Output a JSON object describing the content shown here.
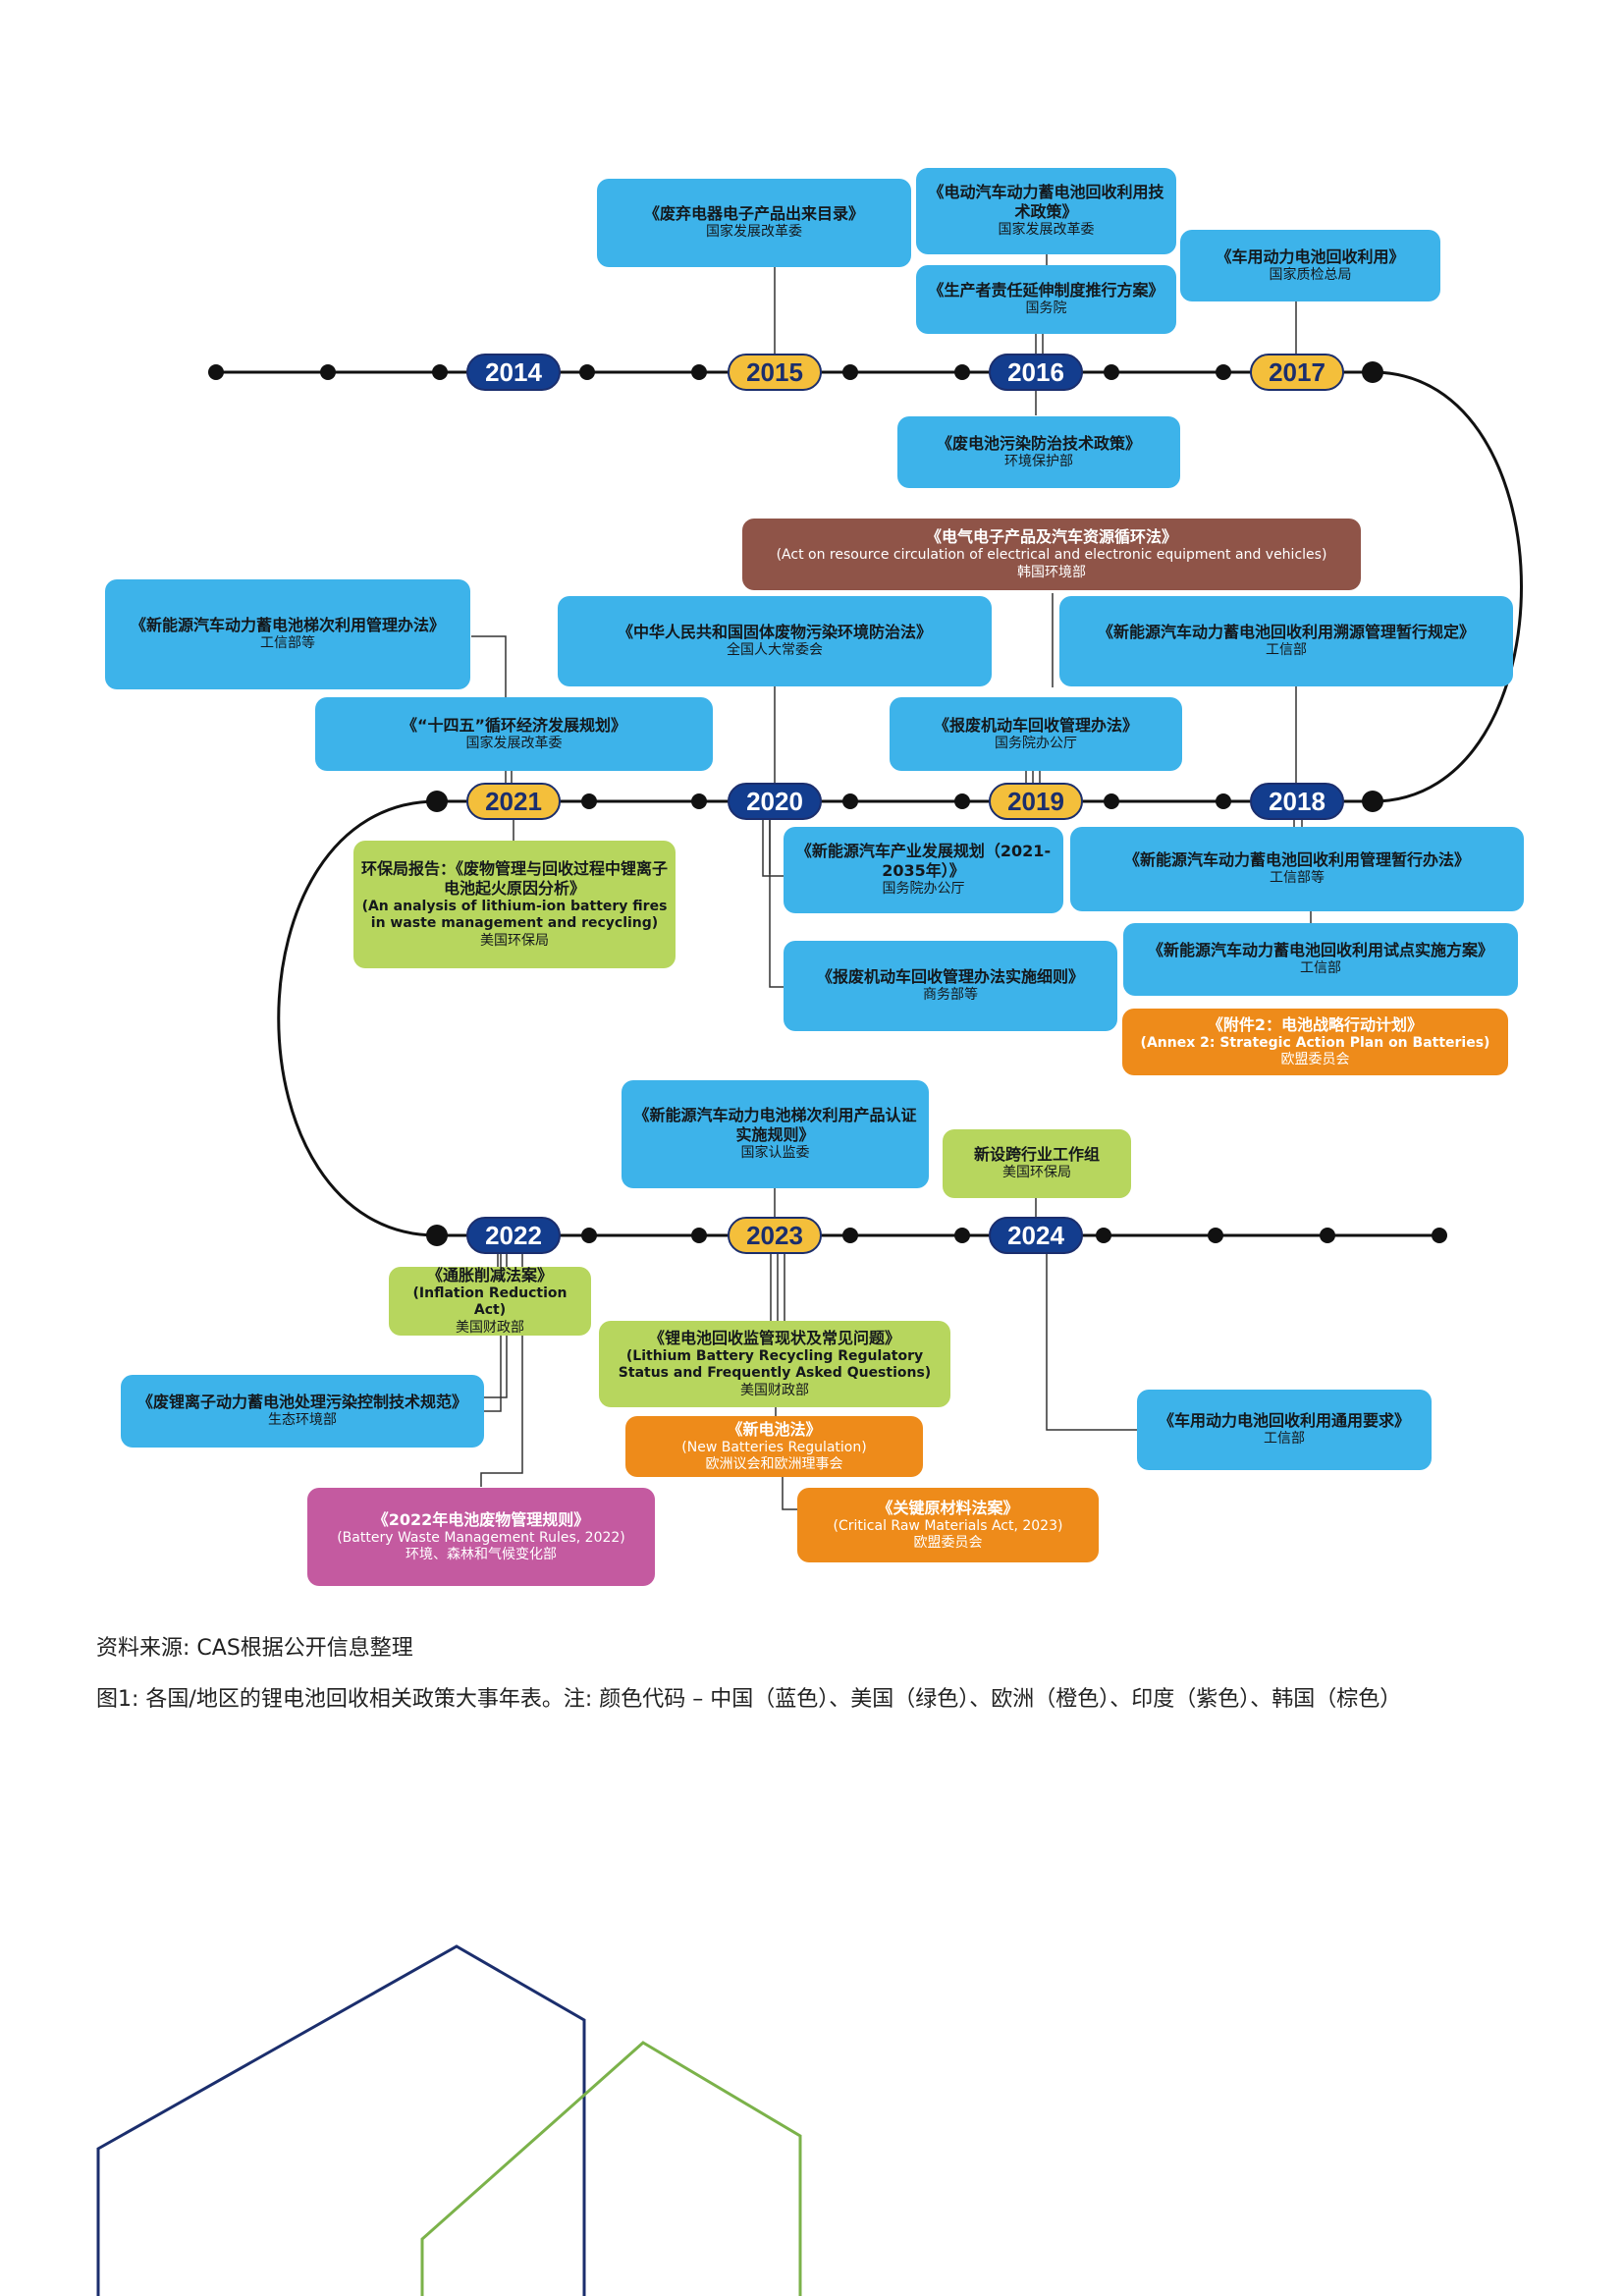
{
  "years": {
    "y2014": "2014",
    "y2015": "2015",
    "y2016": "2016",
    "y2017": "2017",
    "y2018": "2018",
    "y2019": "2019",
    "y2020": "2020",
    "y2021": "2021",
    "y2022": "2022",
    "y2023": "2023",
    "y2024": "2024"
  },
  "colors": {
    "china": "#3db3ea",
    "usa": "#b7d65e",
    "europe": "#ee8b1a",
    "india": "#c45aa0",
    "korea": "#8f5448",
    "year_blue": "#133d8e",
    "year_gold": "#f4bf3b"
  },
  "policies": {
    "p2015a": {
      "title": "《废弃电器电子产品出来目录》",
      "org": "国家发展改革委"
    },
    "p2016a": {
      "title": "《电动汽车动力蓄电池回收利用技术政策》",
      "org": "国家发展改革委"
    },
    "p2016b": {
      "title": "《生产者责任延伸制度推行方案》",
      "org": "国务院"
    },
    "p2017a": {
      "title": "《车用动力电池回收利用》",
      "org": "国家质检总局"
    },
    "p2016c": {
      "title": "《废电池污染防治技术政策》",
      "org": "环境保护部"
    },
    "p2020kr": {
      "title": "《电气电子产品及汽车资源循环法》",
      "en": "(Act on resource circulation of electrical and electronic equipment and vehicles)",
      "org": "韩国环境部"
    },
    "p2021a": {
      "title": "《新能源汽车动力蓄电池梯次利用管理办法》",
      "org": "工信部等"
    },
    "p2020a": {
      "title": "《中华人民共和国固体废物污染环境防治法》",
      "org": "全国人大常委会"
    },
    "p2018a": {
      "title": "《新能源汽车动力蓄电池回收利用溯源管理暂行规定》",
      "org": "工信部"
    },
    "p2021b": {
      "title": "《“十四五”循环经济发展规划》",
      "org": "国家发展改革委"
    },
    "p2019a": {
      "title": "《报废机动车回收管理办法》",
      "org": "国务院办公厅"
    },
    "p2021us": {
      "title": "环保局报告：《废物管理与回收过程中锂离子电池起火原因分析》",
      "en": "(An analysis of lithium-ion battery fires in waste management and recycling)",
      "org": "美国环保局"
    },
    "p2020b": {
      "title": "《新能源汽车产业发展规划（2021-2035年）》",
      "org": "国务院办公厅"
    },
    "p2018b": {
      "title": "《新能源汽车动力蓄电池回收利用管理暂行办法》",
      "org": "工信部等"
    },
    "p2018c": {
      "title": "《新能源汽车动力蓄电池回收利用试点实施方案》",
      "org": "工信部"
    },
    "p2020c": {
      "title": "《报废机动车回收管理办法实施细则》",
      "org": "商务部等"
    },
    "p2018eu": {
      "title": "《附件2：电池战略行动计划》",
      "en": "(Annex 2: Strategic Action Plan on Batteries)",
      "org": "欧盟委员会"
    },
    "p2023a": {
      "title": "《新能源汽车动力电池梯次利用产品认证实施规则》",
      "org": "国家认监委"
    },
    "p2024us": {
      "title": "新设跨行业工作组",
      "org": "美国环保局"
    },
    "p2022us": {
      "title": "《通胀削减法案》",
      "en": "(Inflation Reduction Act)",
      "org": "美国财政部"
    },
    "p2023us": {
      "title": "《锂电池回收监管现状及常见问题》",
      "en": "(Lithium Battery Recycling Regulatory Status and Frequently Asked Questions)",
      "org": "美国财政部"
    },
    "p2022a": {
      "title": "《废锂离子动力蓄电池处理污染控制技术规范》",
      "org": "生态环境部"
    },
    "p2023eu1": {
      "title": "《新电池法》",
      "en": "(New Batteries Regulation)",
      "org": "欧洲议会和欧洲理事会"
    },
    "p2024a": {
      "title": "《车用动力电池回收利用通用要求》",
      "org": "工信部"
    },
    "p2022in": {
      "title": "《2022年电池废物管理规则》",
      "en": "(Battery Waste Management Rules, 2022)",
      "org": "环境、森林和气候变化部"
    },
    "p2023eu2": {
      "title": "《关键原材料法案》",
      "en": "(Critical Raw Materials Act, 2023)",
      "org": "欧盟委员会"
    }
  },
  "footer": {
    "source": "资料来源: CAS根据公开信息整理",
    "caption": "图1: 各国/地区的锂电池回收相关政策大事年表。注: 颜色代码 – 中国（蓝色）、美国（绿色）、欧洲（橙色）、印度（紫色）、韩国（棕色）"
  }
}
